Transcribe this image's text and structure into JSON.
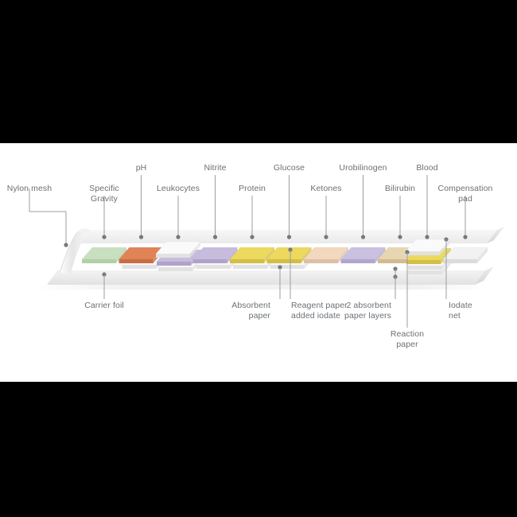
{
  "diagram": {
    "title": "Urine test strip construction",
    "background": "#ffffff",
    "letterbox_color": "#000000",
    "label_color": "#6c6f73",
    "leader_color": "#8e9196"
  },
  "top_labels": [
    {
      "id": "nylon-mesh",
      "text": "Nylon mesh",
      "row": "low",
      "align": "center"
    },
    {
      "id": "specific-gravity",
      "text_line1": "Specific",
      "text_line2": "Gravity",
      "row": "low",
      "align": "center"
    },
    {
      "id": "ph",
      "text": "pH",
      "row": "high",
      "align": "center"
    },
    {
      "id": "leukocytes",
      "text": "Leukocytes",
      "row": "low",
      "align": "center"
    },
    {
      "id": "nitrite",
      "text": "Nitrite",
      "row": "high",
      "align": "center"
    },
    {
      "id": "protein",
      "text": "Protein",
      "row": "low",
      "align": "center"
    },
    {
      "id": "glucose",
      "text": "Glucose",
      "row": "high",
      "align": "center"
    },
    {
      "id": "ketones",
      "text": "Ketones",
      "row": "low",
      "align": "center"
    },
    {
      "id": "urobilinogen",
      "text": "Urobilinogen",
      "row": "high",
      "align": "center"
    },
    {
      "id": "bilirubin",
      "text": "Bilirubin",
      "row": "low",
      "align": "center"
    },
    {
      "id": "blood",
      "text": "Blood",
      "row": "high",
      "align": "center"
    },
    {
      "id": "compensation-pad",
      "text_line1": "Compensation",
      "text_line2": "pad",
      "row": "low",
      "align": "center"
    }
  ],
  "bottom_labels": [
    {
      "id": "carrier-foil",
      "text": "Carrier foil"
    },
    {
      "id": "absorbent-paper",
      "text_line1": "Absorbent",
      "text_line2": "paper"
    },
    {
      "id": "reagent-paper",
      "text_line1": "Reagent paper",
      "text_line2": "added iodate"
    },
    {
      "id": "two-absorbent",
      "text_line1": "2 absorbent",
      "text_line2": "paper layers"
    },
    {
      "id": "iodate-net",
      "text_line1": "Iodate",
      "text_line2": "net"
    },
    {
      "id": "reaction-paper",
      "text_line1": "Reaction",
      "text_line2": "paper"
    }
  ],
  "pads": [
    {
      "id": "pad-specific-gravity",
      "analyte": "Specific Gravity",
      "color": "#c9e0c0",
      "side": "#b3ceaa",
      "layers": 1
    },
    {
      "id": "pad-ph",
      "analyte": "pH",
      "color": "#e08457",
      "side": "#c96e42",
      "layers": 2
    },
    {
      "id": "pad-leukocytes",
      "analyte": "Leukocytes",
      "color": "#c8bcdd",
      "side": "#b0a3c9",
      "layers": 3,
      "top_white": true
    },
    {
      "id": "pad-nitrite",
      "analyte": "Nitrite",
      "color": "#c8bcdd",
      "side": "#b0a3c9",
      "layers": 2
    },
    {
      "id": "pad-protein",
      "analyte": "Protein",
      "color": "#ecd95e",
      "side": "#d2bf45",
      "layers": 2
    },
    {
      "id": "pad-glucose",
      "analyte": "Glucose",
      "color": "#ecd95e",
      "side": "#d2bf45",
      "layers": 2
    },
    {
      "id": "pad-ketones",
      "analyte": "Ketones",
      "color": "#f2d8bf",
      "side": "#dcc0a4",
      "layers": 1
    },
    {
      "id": "pad-bilirubin",
      "analyte": "Bilirubin",
      "color": "#cac0e0",
      "side": "#b2a6cb",
      "layers": 1
    },
    {
      "id": "pad-urobilinogen",
      "analyte": "Urobilinogen",
      "color": "#e8d6b0",
      "side": "#d0bb93",
      "layers": 1
    },
    {
      "id": "pad-blood",
      "analyte": "Blood",
      "color": "#ecd95e",
      "side": "#d2bf45",
      "layers": 4,
      "exploded": true
    },
    {
      "id": "pad-compensation",
      "analyte": "Compensation pad",
      "color": "#f2f2f2",
      "side": "#dcdcdc",
      "layers": 1
    }
  ]
}
